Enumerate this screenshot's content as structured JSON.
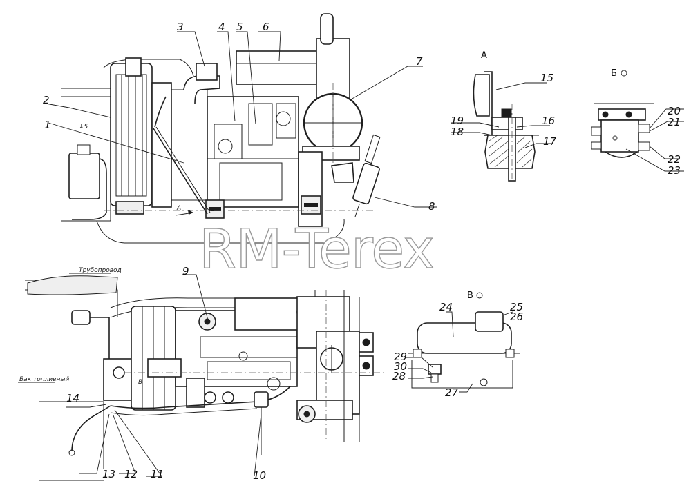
{
  "watermark": "RM-Terex",
  "views": {
    "a": "А",
    "b": "Б",
    "v": "В"
  },
  "callouts": [
    "1",
    "2",
    "3",
    "4",
    "5",
    "6",
    "7",
    "8",
    "9",
    "10",
    "11",
    "12",
    "13",
    "14",
    "15",
    "16",
    "17",
    "18",
    "19",
    "20",
    "21",
    "22",
    "23",
    "24",
    "25",
    "26",
    "27",
    "28",
    "29",
    "30"
  ],
  "labels": {
    "radiator_mark": "↓5",
    "arrow_a": "А",
    "arrow_v": "В",
    "pipeline": "Трубопровод",
    "fuel_tank": "Бак топливный"
  }
}
